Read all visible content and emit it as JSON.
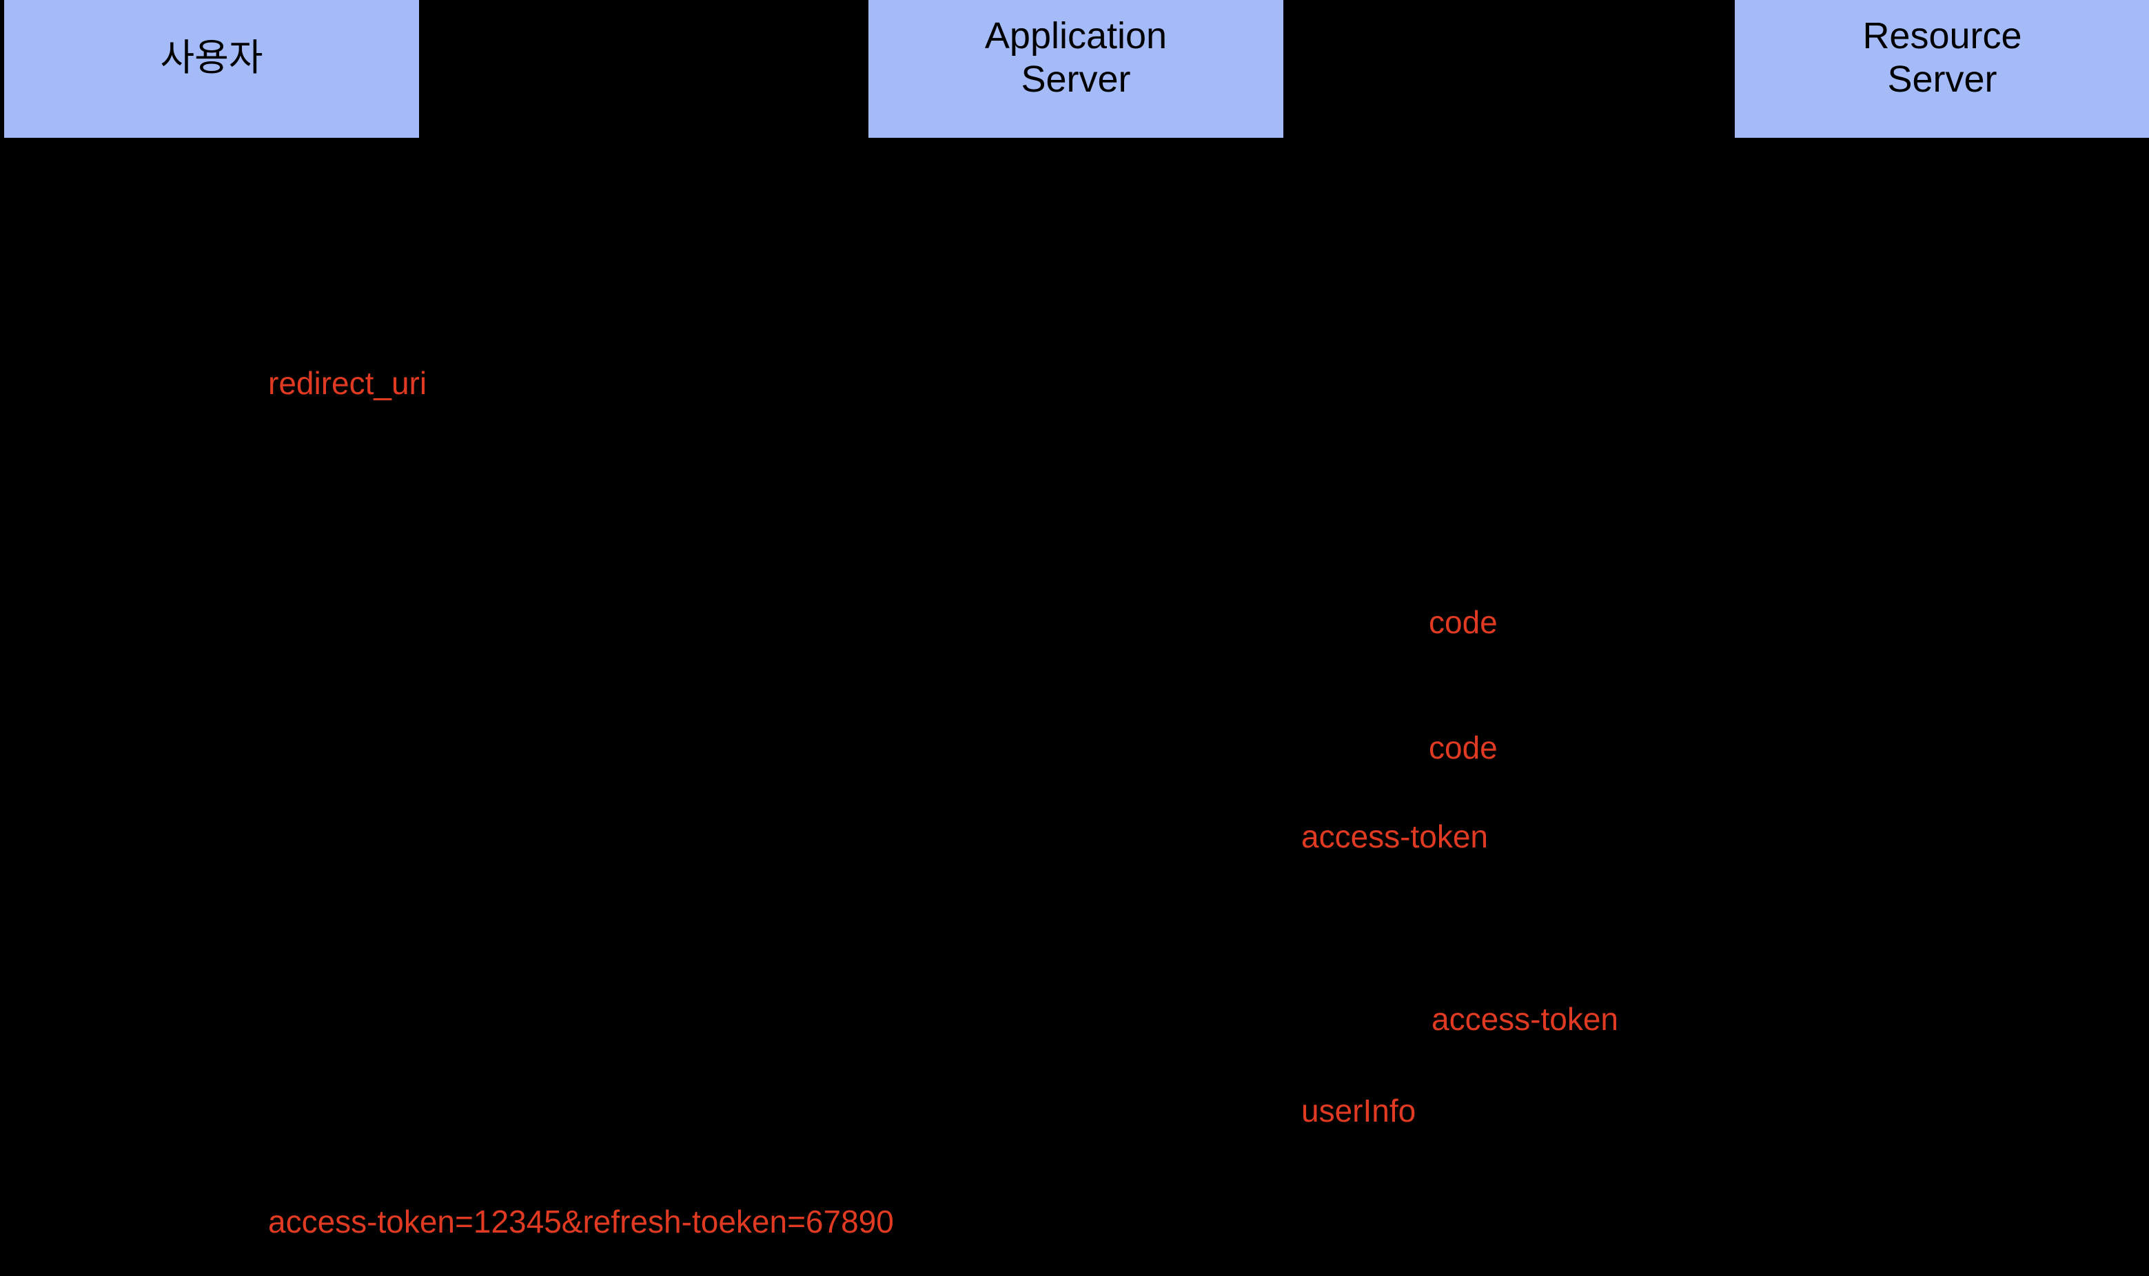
{
  "diagram": {
    "type": "sequence-diagram",
    "background_color": "#000000",
    "participant_fill_color": "#a4bbf7",
    "participant_border_color": "#000000",
    "message_label_color": "#e03a22",
    "participants": [
      {
        "id": "user",
        "label": "사용자"
      },
      {
        "id": "application-server",
        "label": "Application\nServer"
      },
      {
        "id": "resource-server",
        "label": "Resource\nServer"
      }
    ],
    "messages": [
      {
        "id": "redirect-uri",
        "label": "redirect_uri"
      },
      {
        "id": "code-1",
        "label": "code"
      },
      {
        "id": "code-2",
        "label": "code"
      },
      {
        "id": "access-token-1",
        "label": "access-token"
      },
      {
        "id": "access-token-2",
        "label": "access-token"
      },
      {
        "id": "user-info",
        "label": "userInfo"
      },
      {
        "id": "token-query",
        "label": "access-token=12345&refresh-toeken=67890"
      }
    ]
  }
}
